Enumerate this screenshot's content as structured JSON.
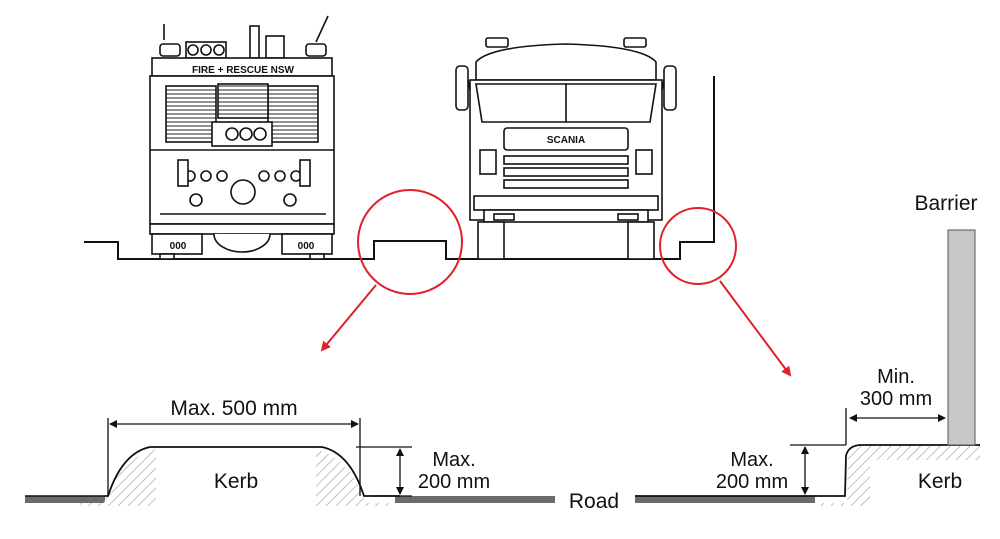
{
  "truck_left": {
    "plate_text": "FIRE + RESCUE NSW",
    "number_left": "000",
    "number_right": "000"
  },
  "truck_right": {
    "brand": "SCANIA"
  },
  "labels": {
    "barrier": "Barrier",
    "road": "Road",
    "kerb_left": "Kerb",
    "kerb_right": "Kerb",
    "max_width": "Max. 500 mm",
    "max_height_left_line1": "Max.",
    "max_height_left_line2": "200 mm",
    "max_height_right_line1": "Max.",
    "max_height_right_line2": "200 mm",
    "min_clearance_line1": "Min.",
    "min_clearance_line2": "300 mm"
  },
  "colors": {
    "callout": "#e0202a",
    "road": "#6b6b6b",
    "barrier": "#c8c8c8",
    "line": "#111111"
  }
}
